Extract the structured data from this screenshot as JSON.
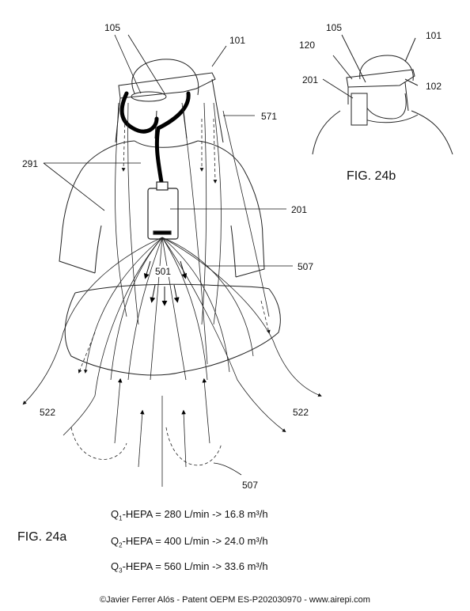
{
  "figures": {
    "fig_a": "FIG. 24a",
    "fig_b": "FIG. 24b"
  },
  "labels": {
    "l105": "105",
    "l101": "101",
    "l571": "571",
    "l291": "291",
    "l201": "201",
    "l507a": "507",
    "l501": "501",
    "l522a": "522",
    "l522b": "522",
    "l507b": "507",
    "b105": "105",
    "b101": "101",
    "b120": "120",
    "b201": "201",
    "b102": "102"
  },
  "flows": [
    {
      "q": "Q",
      "sub": "1",
      "text": "-HEPA = 280 L/min -> 16.8 m³/h"
    },
    {
      "q": "Q",
      "sub": "2",
      "text": "-HEPA = 400 L/min -> 24.0 m³/h"
    },
    {
      "q": "Q",
      "sub": "3",
      "text": "-HEPA = 560 L/min -> 33.6 m³/h"
    }
  ],
  "footer": "©Javier Ferrer Alós - Patent OEPM ES-P202030970 - www.airepi.com"
}
